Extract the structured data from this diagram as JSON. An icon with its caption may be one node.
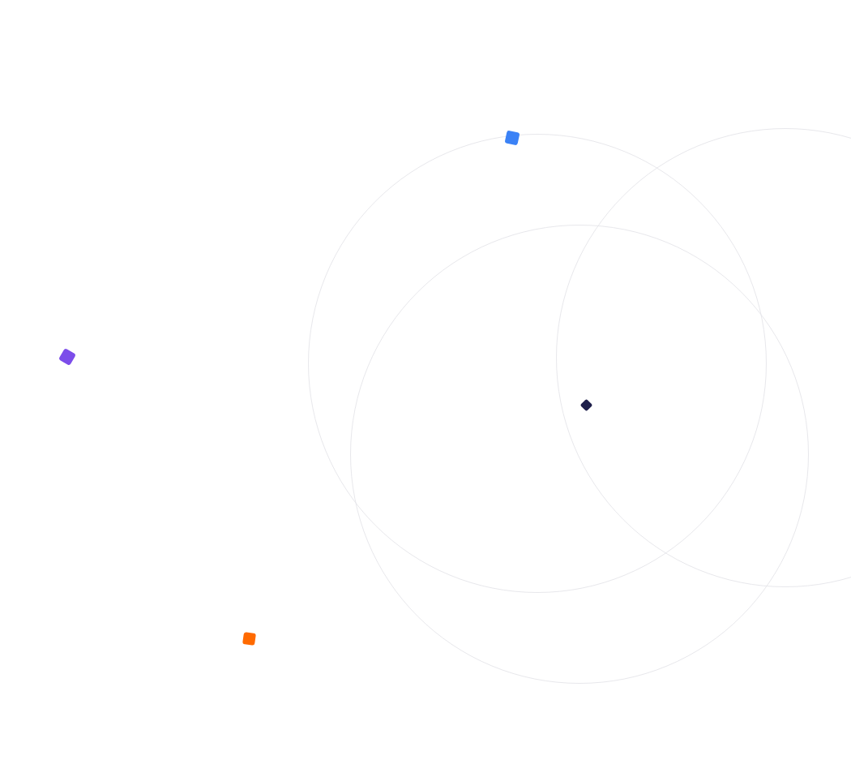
{
  "diagram": {
    "nodes": [
      {
        "text": [],
        "shape": "circle"
      },
      {
        "text": [],
        "shape": "circle"
      },
      {
        "text": [],
        "shape": "circle"
      },
      {
        "text": [],
        "shape": "square"
      },
      {
        "text": [],
        "shape": "square"
      },
      {
        "text": [],
        "shape": "diamond"
      },
      {
        "text": [],
        "shape": "square"
      }
    ]
  }
}
